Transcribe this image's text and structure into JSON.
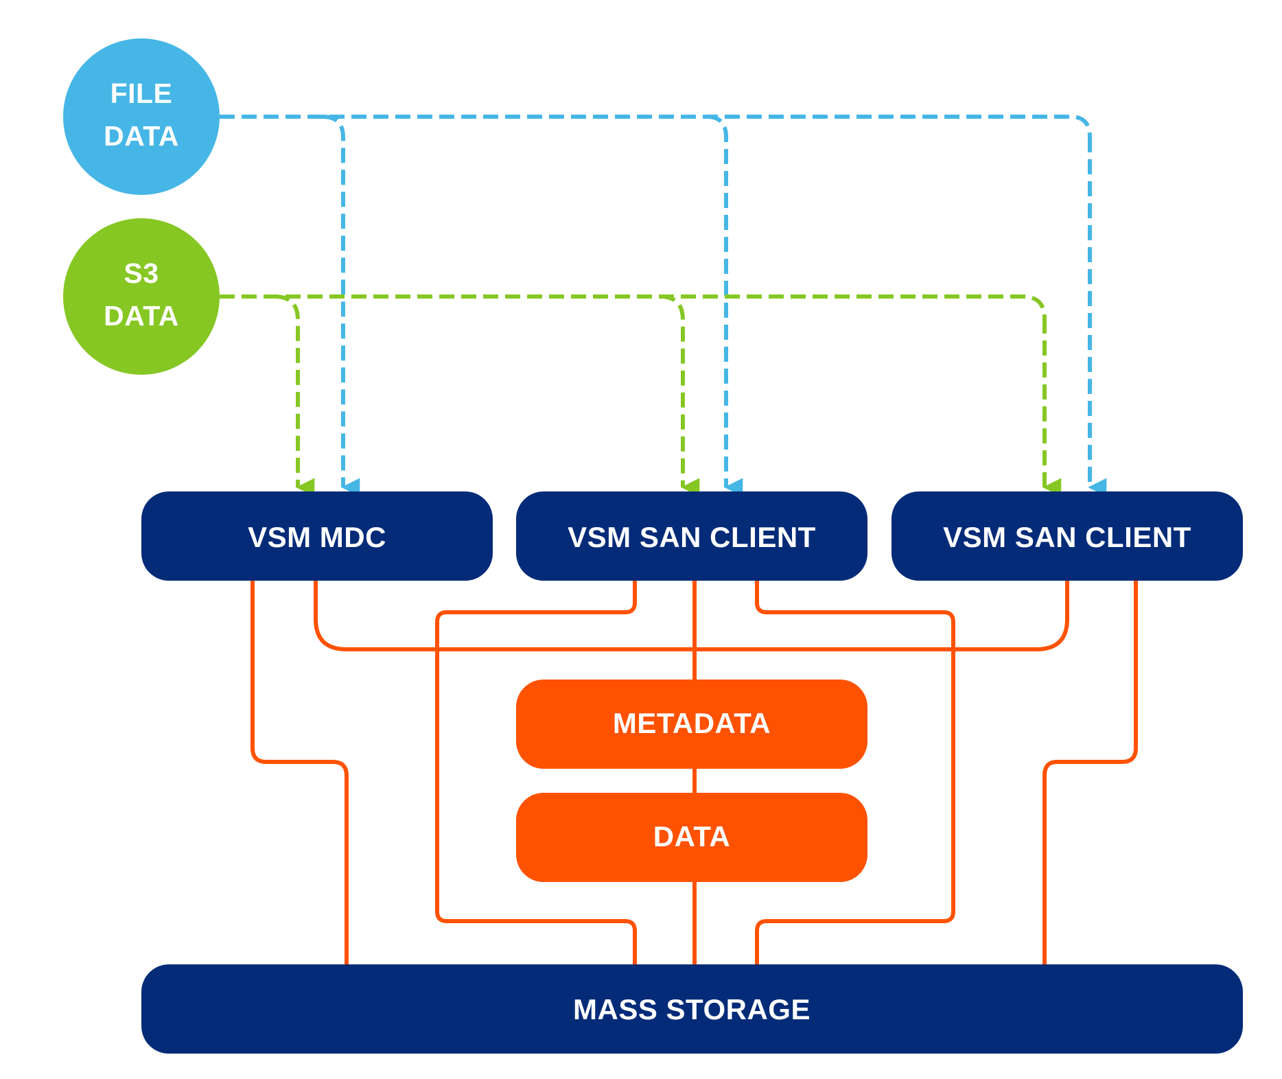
{
  "colors": {
    "file_data": "#45B6E6",
    "s3_data": "#86C724",
    "node_navy": "#032B78",
    "storage_orange": "#FF5200",
    "text": "#FFFFFF"
  },
  "sources": {
    "file_data": {
      "line1": "FILE",
      "line2": "DATA"
    },
    "s3_data": {
      "line1": "S3",
      "line2": "DATA"
    }
  },
  "nodes": {
    "mdc": {
      "label": "VSM MDC"
    },
    "san_client_1": {
      "label": "VSM SAN CLIENT"
    },
    "san_client_2": {
      "label": "VSM SAN CLIENT"
    }
  },
  "storage": {
    "metadata": {
      "label": "METADATA"
    },
    "data": {
      "label": "DATA"
    }
  },
  "mass_storage": {
    "label": "MASS STORAGE"
  }
}
